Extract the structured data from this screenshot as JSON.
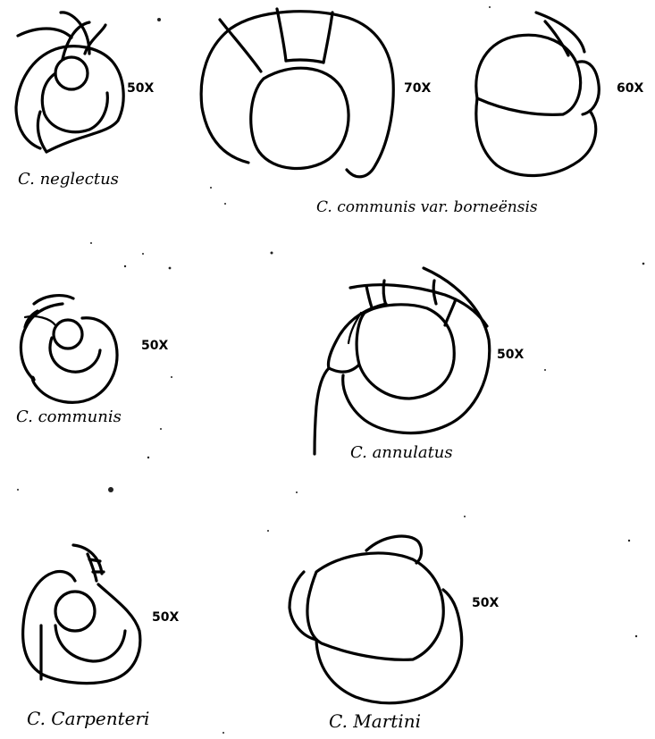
{
  "figures": [
    {
      "name": "C. neglectus",
      "magnification": "50X"
    },
    {
      "name": "C. communis var. borneënsis",
      "magnifications": [
        "70X",
        "60X"
      ]
    },
    {
      "name": "C. communis",
      "magnification": "50X"
    },
    {
      "name": "C. annulatus",
      "magnification": "50X"
    },
    {
      "name": "C. Carpenteri",
      "magnification": "50X"
    },
    {
      "name": "C. Martini",
      "magnification": "50X"
    }
  ]
}
